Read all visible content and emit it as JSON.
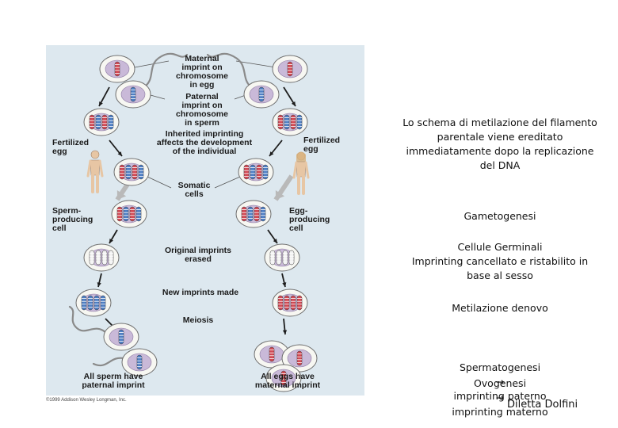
{
  "figure": {
    "labels": {
      "maternal_imprint": [
        "Maternal",
        "imprint on",
        "chromosome",
        "in egg"
      ],
      "paternal_imprint": [
        "Paternal",
        "imprint on",
        "chromosome",
        "in sperm"
      ],
      "inherited": [
        "Inherited imprinting",
        "affects the development",
        "of the individual"
      ],
      "fertilized_egg_left": [
        "Fertilized",
        "egg"
      ],
      "fertilized_egg_right": [
        "Fertilized",
        "egg"
      ],
      "somatic_cells": [
        "Somatic",
        "cells"
      ],
      "sperm_producing": [
        "Sperm-",
        "producing",
        "cell"
      ],
      "egg_producing": [
        "Egg-",
        "producing",
        "cell"
      ],
      "original_erased": [
        "Original imprints",
        "erased"
      ],
      "new_imprints": [
        "New imprints made"
      ],
      "meiosis": [
        "Meiosis"
      ],
      "all_sperm": [
        "All sperm have",
        "paternal imprint"
      ],
      "all_eggs": [
        "All eggs have",
        "maternal imprint"
      ]
    },
    "copyright": "©1999 Addison Wesley Longman, Inc.",
    "colors": {
      "background": "#dde8ef",
      "cell": "#f7f7f2",
      "nucleus": "#c9b9d8",
      "maternal": "#d14a55",
      "paternal": "#4f7fc4",
      "erased": "#f2f2f2",
      "arrow": "#1c1c1c"
    }
  },
  "notes": {
    "methylation": "Lo schema di metilazione del filamento\nparentale viene ereditato\nimmediatamente dopo la replicazione\ndel DNA",
    "gametogenesis": "Gametogenesi",
    "germ_cells": "Cellule Germinali\nImprinting cancellato e ristabilito in\nbase al sesso",
    "de_novo": "Metilazione denovo",
    "spermatogenesis": "Spermatogenesi",
    "paternal_imprinting": "imprinting paterno",
    "oogenesis": "Ovogenesi",
    "maternal_imprinting": "imprinting materno",
    "author": "Diletta Dolfini"
  }
}
